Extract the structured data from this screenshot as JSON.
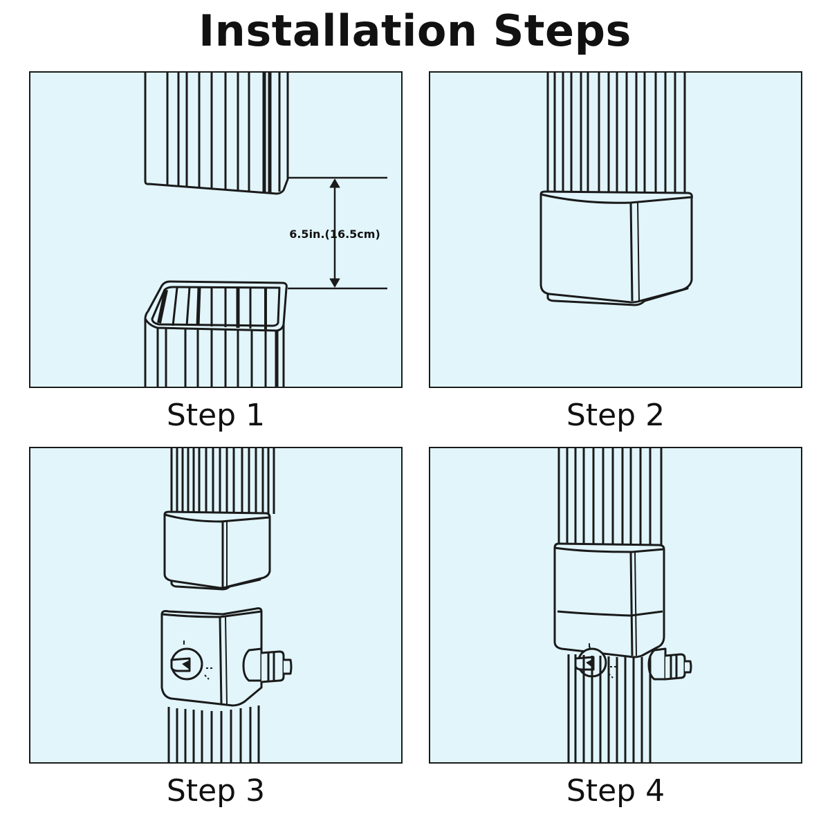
{
  "title": "Installation Steps",
  "steps": [
    {
      "label": "Step 1",
      "dimension_label": "6.5in.(16.5cm)"
    },
    {
      "label": "Step 2"
    },
    {
      "label": "Step 3"
    },
    {
      "label": "Step 4"
    }
  ],
  "colors": {
    "panel_background": "#e1f5fb",
    "outline": "#1a1a1a"
  }
}
